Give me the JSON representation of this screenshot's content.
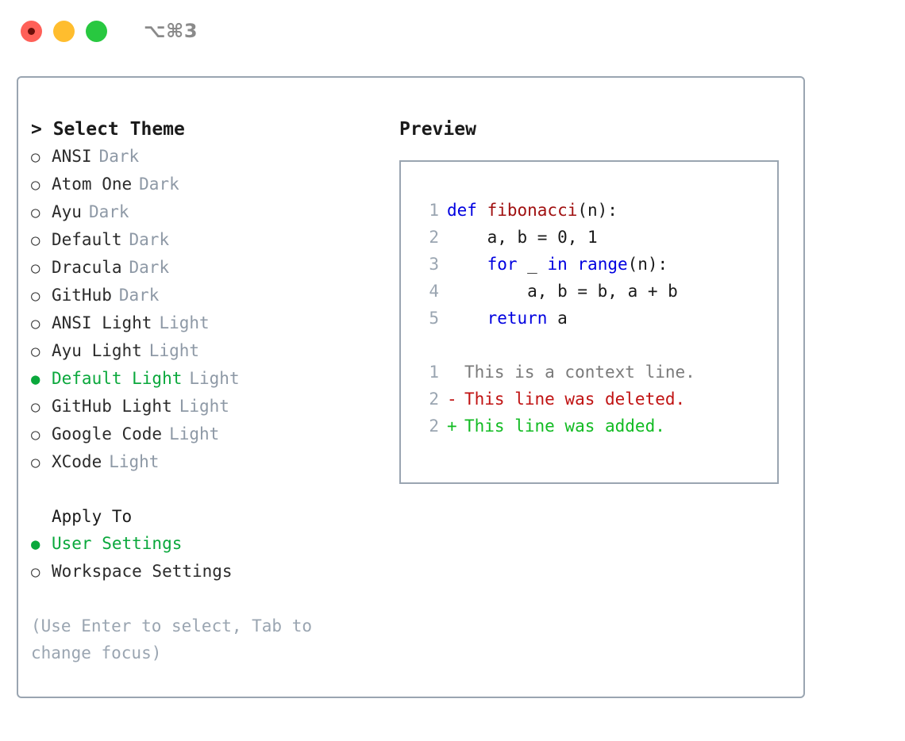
{
  "titlebar": {
    "shortcut": "⌥⌘3",
    "lights": [
      "close",
      "minimize",
      "maximize"
    ]
  },
  "theme_panel": {
    "header": "> Select Theme",
    "items": [
      {
        "marker": "○",
        "name": "ANSI",
        "category": "Dark",
        "selected": false
      },
      {
        "marker": "○",
        "name": "Atom One",
        "category": "Dark",
        "selected": false
      },
      {
        "marker": "○",
        "name": "Ayu",
        "category": "Dark",
        "selected": false
      },
      {
        "marker": "○",
        "name": "Default",
        "category": "Dark",
        "selected": false
      },
      {
        "marker": "○",
        "name": "Dracula",
        "category": "Dark",
        "selected": false
      },
      {
        "marker": "○",
        "name": "GitHub",
        "category": "Dark",
        "selected": false
      },
      {
        "marker": "○",
        "name": "ANSI Light",
        "category": "Light",
        "selected": false
      },
      {
        "marker": "○",
        "name": "Ayu Light",
        "category": "Light",
        "selected": false
      },
      {
        "marker": "●",
        "name": "Default Light",
        "category": "Light",
        "selected": true
      },
      {
        "marker": "○",
        "name": "GitHub Light",
        "category": "Light",
        "selected": false
      },
      {
        "marker": "○",
        "name": "Google Code",
        "category": "Light",
        "selected": false
      },
      {
        "marker": "○",
        "name": "XCode",
        "category": "Light",
        "selected": false
      }
    ]
  },
  "apply_to": {
    "header": "Apply To",
    "items": [
      {
        "marker": "●",
        "name": "User Settings",
        "selected": true
      },
      {
        "marker": "○",
        "name": "Workspace Settings",
        "selected": false
      }
    ]
  },
  "hint": "(Use Enter to select, Tab to change focus)",
  "preview": {
    "header": "Preview",
    "code_lines": [
      {
        "num": "1",
        "tokens": [
          {
            "t": "def ",
            "c": "kw"
          },
          {
            "t": "fibonacci",
            "c": "fn"
          },
          {
            "t": "(n):",
            "c": "plain"
          }
        ]
      },
      {
        "num": "2",
        "tokens": [
          {
            "t": "    a, b = 0, 1",
            "c": "plain"
          }
        ]
      },
      {
        "num": "3",
        "tokens": [
          {
            "t": "    ",
            "c": "plain"
          },
          {
            "t": "for",
            "c": "kw"
          },
          {
            "t": " _ ",
            "c": "plain"
          },
          {
            "t": "in",
            "c": "kw"
          },
          {
            "t": " ",
            "c": "plain"
          },
          {
            "t": "range",
            "c": "kw"
          },
          {
            "t": "(n):",
            "c": "plain"
          }
        ]
      },
      {
        "num": "4",
        "tokens": [
          {
            "t": "        a, b = b, a + b",
            "c": "plain"
          }
        ]
      },
      {
        "num": "5",
        "tokens": [
          {
            "t": "    ",
            "c": "plain"
          },
          {
            "t": "return",
            "c": "kw"
          },
          {
            "t": " a",
            "c": "plain"
          }
        ]
      }
    ],
    "diff_lines": [
      {
        "num": "1",
        "mark": " ",
        "text": "This is a context line.",
        "kind": "context"
      },
      {
        "num": "2",
        "mark": "-",
        "text": "This line was deleted.",
        "kind": "deleted"
      },
      {
        "num": "2",
        "mark": "+",
        "text": "This line was added.",
        "kind": "added"
      }
    ]
  },
  "colors": {
    "selected_green": "#0aa83c",
    "muted_gray": "#8e99a6",
    "border": "#9aa5b1",
    "keyword_blue": "#0000e0",
    "function_red": "#a01010",
    "diff_deleted": "#c01212",
    "diff_added": "#11bb22",
    "diff_context": "#7a7a7a",
    "light_red": "#ff6058",
    "light_yellow": "#ffbd2e",
    "light_green": "#28c840"
  }
}
